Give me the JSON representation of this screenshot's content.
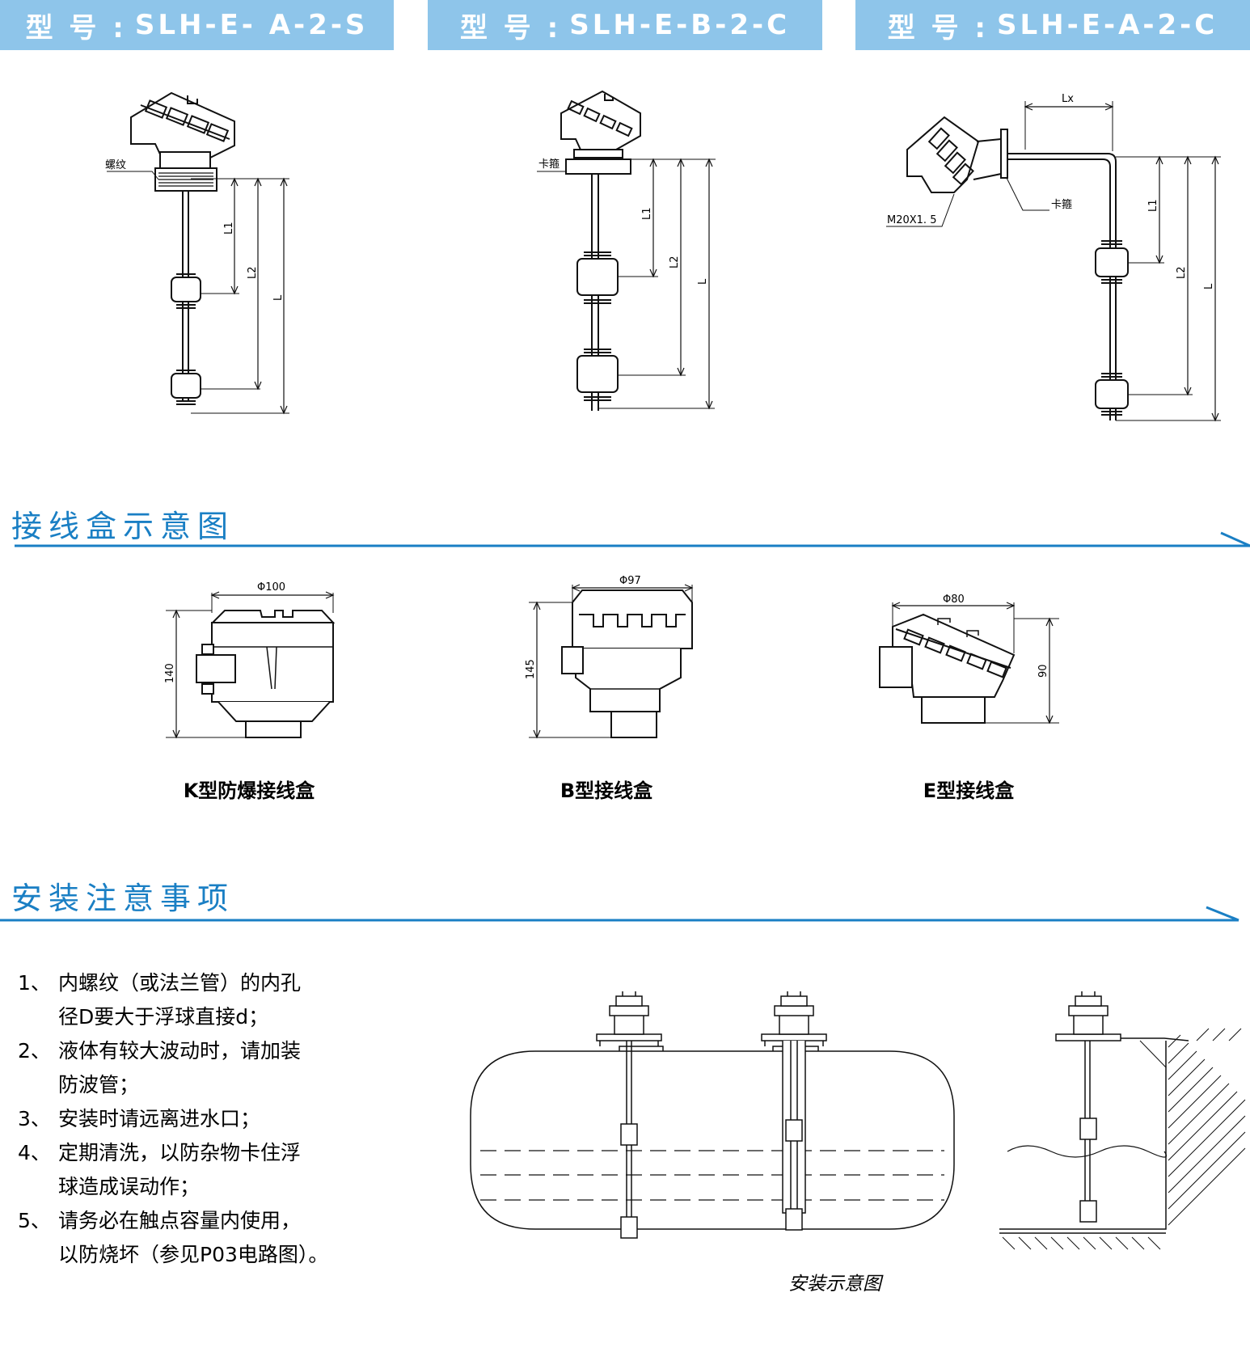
{
  "model_headers": [
    {
      "prefix": "型 号 :",
      "code": "SLH-E- A-2-S"
    },
    {
      "prefix": "型 号 :",
      "code": "SLH-E-B-2-C"
    },
    {
      "prefix": "型 号 :",
      "code": "SLH-E-A-2-C"
    }
  ],
  "diagram_labels": {
    "thread": "螺纹",
    "clamp": "卡箍",
    "m20": "M20X1. 5",
    "lx": "Lx",
    "l1": "L1",
    "l2": "L2",
    "l": "L"
  },
  "junction_section": {
    "title": "接线盒示意图",
    "boxes": [
      {
        "diameter": "Φ100",
        "height": "140",
        "caption": "K型防爆接线盒"
      },
      {
        "diameter": "Φ97",
        "height": "145",
        "caption": "B型接线盒"
      },
      {
        "diameter": "Φ80",
        "height": "90",
        "caption": "E型接线盒"
      }
    ]
  },
  "install_section": {
    "title": "安装注意事项",
    "notes": [
      {
        "num": "1、",
        "lines": [
          "内螺纹（或法兰管）的内孔",
          "径D要大于浮球直接d；"
        ]
      },
      {
        "num": "2、",
        "lines": [
          "液体有较大波动时，请加装",
          "防波管；"
        ]
      },
      {
        "num": "3、",
        "lines": [
          "安装时请远离进水口；"
        ]
      },
      {
        "num": "4、",
        "lines": [
          "定期清洗，以防杂物卡住浮",
          "球造成误动作；"
        ]
      },
      {
        "num": "5、",
        "lines": [
          "请务必在触点容量内使用，",
          "以防烧坏（参见P03电路图）。"
        ]
      }
    ],
    "diagram_caption": "安装示意图"
  },
  "colors": {
    "header_bg": "#8ec5ea",
    "section_title": "#1a7fc4",
    "section_line": "#1a7fc4"
  }
}
